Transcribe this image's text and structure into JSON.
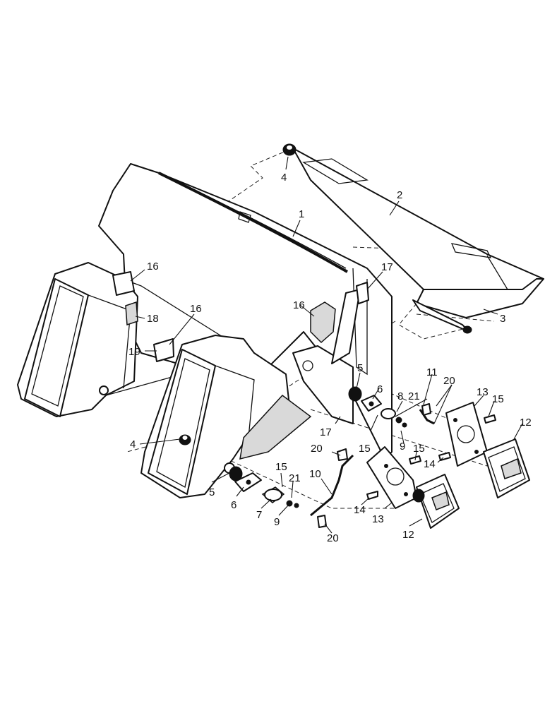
{
  "callouts": {
    "c1": "1",
    "c2": "2",
    "c3": "3",
    "c4a": "4",
    "c4b": "4",
    "c5a": "5",
    "c5b": "5",
    "c6a": "6",
    "c6b": "6",
    "c7": "7",
    "c8": "8",
    "c9a": "9",
    "c9b": "9",
    "c10": "10",
    "c11": "11",
    "c12a": "12",
    "c12b": "12",
    "c13a": "13",
    "c13b": "13",
    "c14a": "14",
    "c14b": "14",
    "c15a": "15",
    "c15b": "15",
    "c15c": "15",
    "c15d": "15",
    "c16a": "16",
    "c16b": "16",
    "c16c": "16",
    "c17a": "17",
    "c17b": "17",
    "c18": "18",
    "c19": "19",
    "c20a": "20",
    "c20b": "20",
    "c20c": "20",
    "c21a": "21",
    "c21b": "21"
  }
}
